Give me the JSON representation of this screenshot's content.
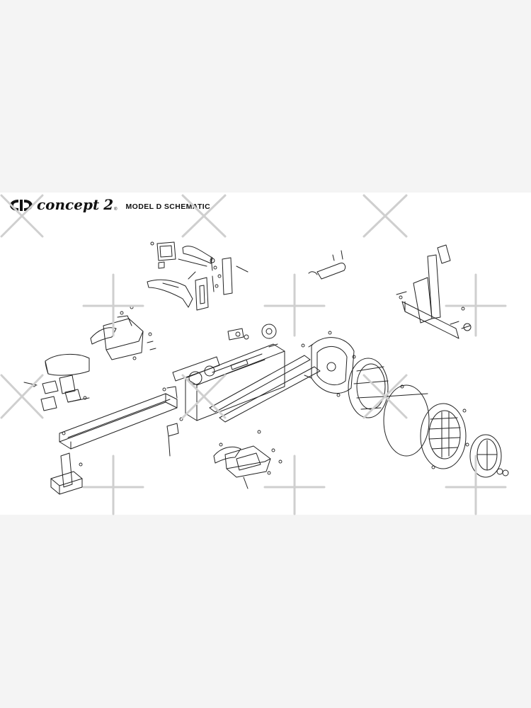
{
  "header": {
    "brand_name": "concept",
    "brand_number": "2",
    "brand_reg": "®",
    "title": "MODEL D SCHEMATIC"
  },
  "icons": {
    "logo": "concept2-logo-icon",
    "watermark": "plus-cross-watermark-icon"
  },
  "colors": {
    "line": "#222222",
    "watermark": "#cfcfcf",
    "paper": "#ffffff",
    "surround": "#f4f4f4"
  }
}
